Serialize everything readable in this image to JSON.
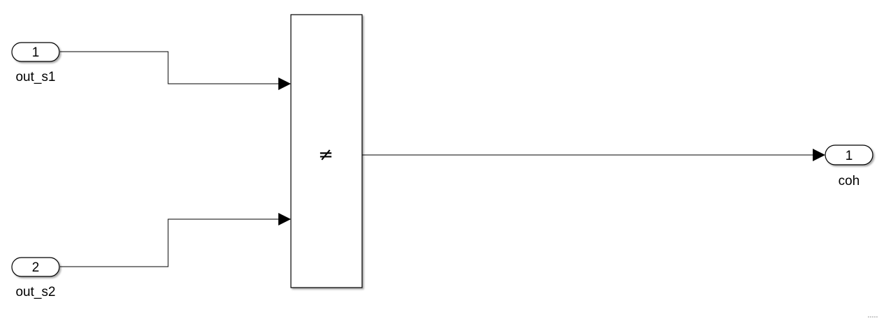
{
  "diagram": {
    "inports": [
      {
        "number": "1",
        "label": "out_s1"
      },
      {
        "number": "2",
        "label": "out_s2"
      }
    ],
    "operator": {
      "symbol": "≠"
    },
    "outport": {
      "number": "1",
      "label": "coh"
    }
  },
  "colors": {
    "line": "#000000",
    "block_fill": "#ffffff",
    "block_shadow": "#c8c8c8"
  }
}
